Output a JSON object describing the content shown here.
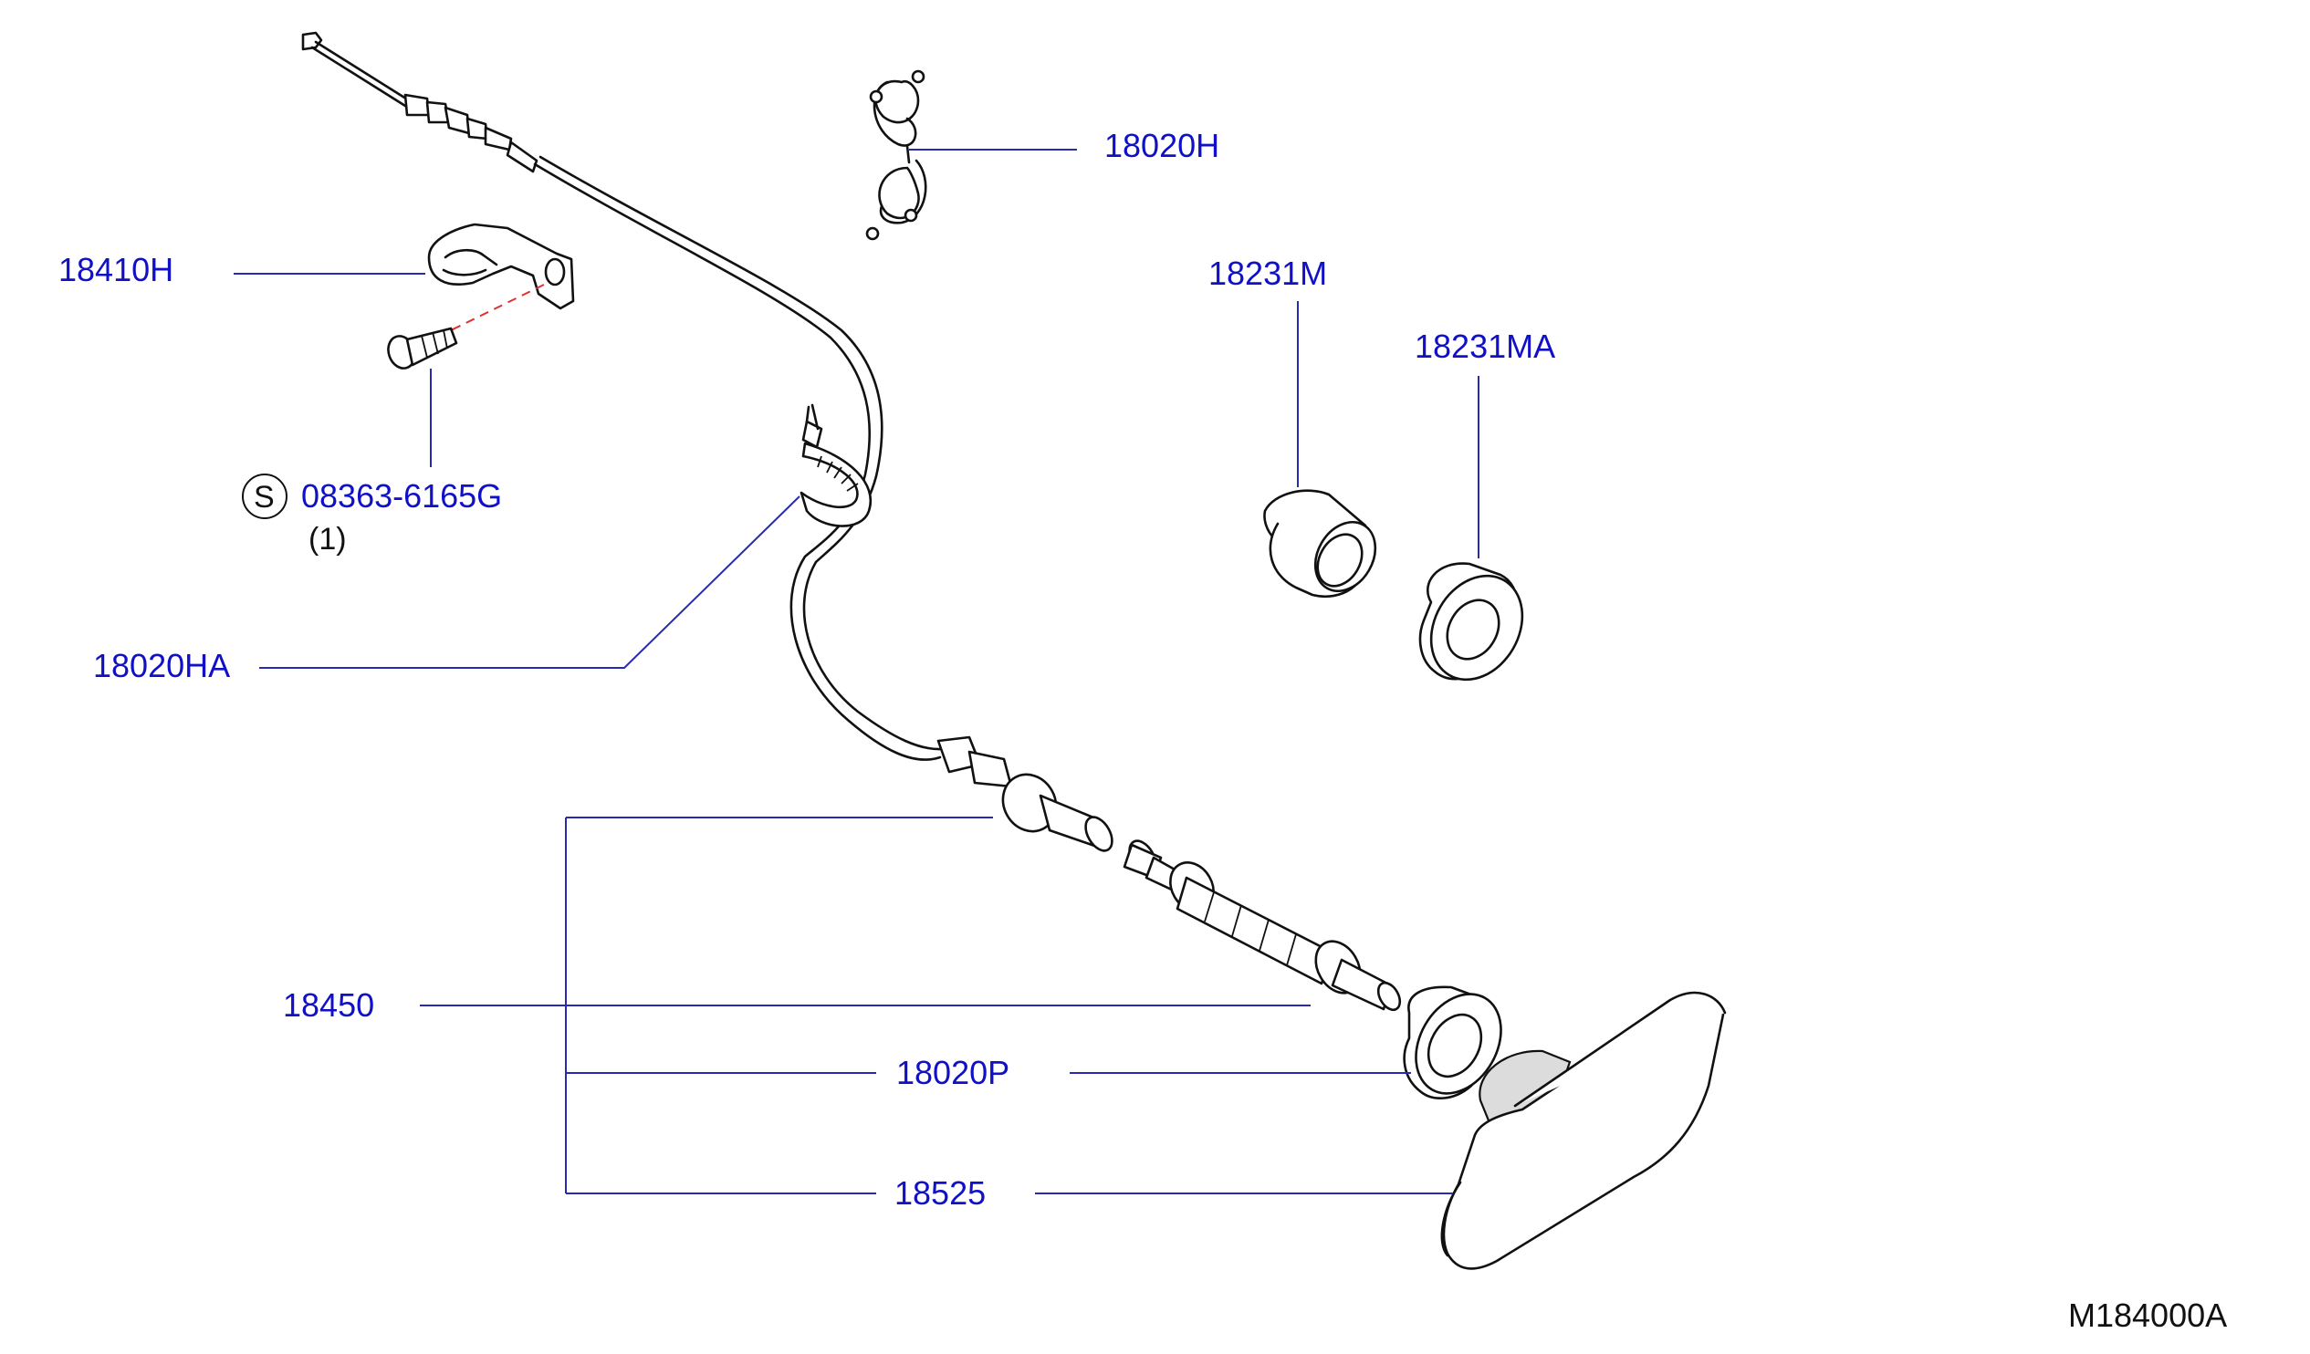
{
  "parts": {
    "p18020H": "18020H",
    "p18410H": "18410H",
    "p18231M": "18231M",
    "p18231MA": "18231MA",
    "p08363": "08363-6165G",
    "p08363_qty": "(1)",
    "p08363_symbol": "S",
    "p18020HA": "18020HA",
    "p18450": "18450",
    "p18020P": "18020P",
    "p18525": "18525"
  },
  "diagram_code": "M184000A",
  "colors": {
    "label": "#1010c8",
    "leader": "#2a2ab0",
    "outline": "#111111",
    "screw_dash": "#e03030"
  }
}
